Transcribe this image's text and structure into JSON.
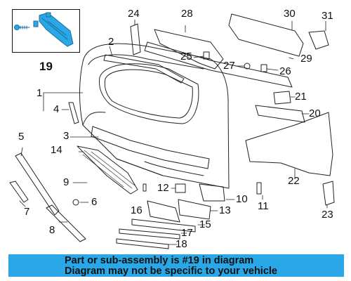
{
  "colors": {
    "highlight_part": "#2aa7e6",
    "notice_bg": "#2aa7e6",
    "line": "#222222"
  },
  "inset": {
    "label": "19"
  },
  "callouts": [
    {
      "id": "1",
      "text": "1"
    },
    {
      "id": "2",
      "text": "2"
    },
    {
      "id": "3",
      "text": "3"
    },
    {
      "id": "4",
      "text": "4"
    },
    {
      "id": "5",
      "text": "5"
    },
    {
      "id": "6",
      "text": "6"
    },
    {
      "id": "7",
      "text": "7"
    },
    {
      "id": "8",
      "text": "8"
    },
    {
      "id": "9",
      "text": "9"
    },
    {
      "id": "10",
      "text": "10"
    },
    {
      "id": "11",
      "text": "11"
    },
    {
      "id": "12",
      "text": "12"
    },
    {
      "id": "13",
      "text": "13"
    },
    {
      "id": "14",
      "text": "14"
    },
    {
      "id": "15",
      "text": "15"
    },
    {
      "id": "16",
      "text": "16"
    },
    {
      "id": "17",
      "text": "17"
    },
    {
      "id": "18",
      "text": "18"
    },
    {
      "id": "20",
      "text": "20"
    },
    {
      "id": "21",
      "text": "21"
    },
    {
      "id": "22",
      "text": "22"
    },
    {
      "id": "23",
      "text": "23"
    },
    {
      "id": "24",
      "text": "24"
    },
    {
      "id": "25",
      "text": "25"
    },
    {
      "id": "26",
      "text": "26"
    },
    {
      "id": "27",
      "text": "27"
    },
    {
      "id": "28",
      "text": "28"
    },
    {
      "id": "29",
      "text": "29"
    },
    {
      "id": "30",
      "text": "30"
    },
    {
      "id": "31",
      "text": "31"
    }
  ],
  "notice": {
    "line1": "Part or sub-assembly is #19 in diagram",
    "line2": "Diagram may not be specific to your vehicle"
  }
}
